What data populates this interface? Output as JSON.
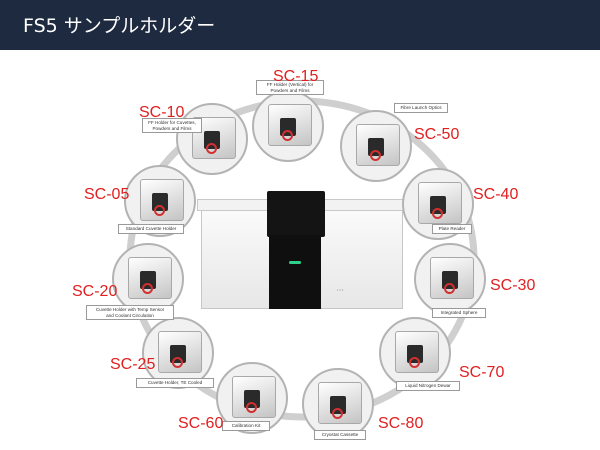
{
  "title": "FS5 サンプルホルダー",
  "colors": {
    "header_bg": "#1e2a40",
    "code_text": "#e01f1f",
    "ring": "#cfcfcf"
  },
  "accessories": [
    {
      "code": "SC-15",
      "label": "FF Holder (Vertical) for\nPowders and Films"
    },
    {
      "code": "SC-50",
      "label": "Fibre Launch Optics"
    },
    {
      "code": "SC-40",
      "label": "Plate Reader"
    },
    {
      "code": "SC-30",
      "label": "Integrated Sphere"
    },
    {
      "code": "SC-70",
      "label": "Liquid Nitrogen Dewar"
    },
    {
      "code": "SC-80",
      "label": "Cryostat Cassette"
    },
    {
      "code": "SC-60",
      "label": "Calibration Kit"
    },
    {
      "code": "SC-25",
      "label": "Cuvette Holder, TE Cooled"
    },
    {
      "code": "SC-20",
      "label": "Cuvette Holder with Temp Sensor\nand Coolant Circulation"
    },
    {
      "code": "SC-05",
      "label": "Standard Cuvette Holder"
    },
    {
      "code": "SC-10",
      "label": "FF Holder for Cuvettes,\nPowders and Films"
    }
  ]
}
